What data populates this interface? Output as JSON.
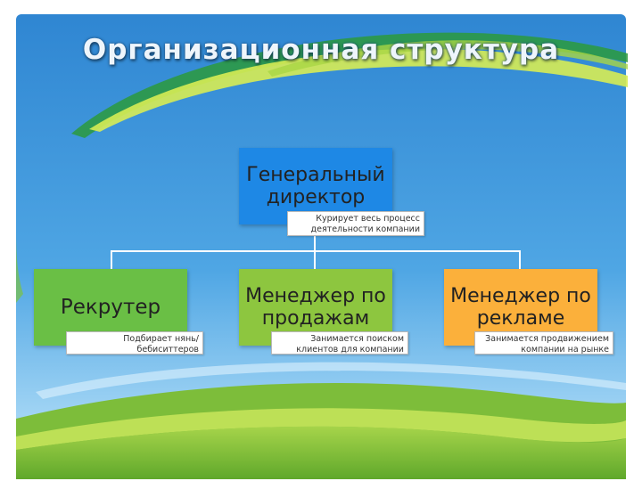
{
  "slide": {
    "title": "Организационная структура"
  },
  "org_chart": {
    "root": {
      "title": "Генеральный директор",
      "note": "Курирует весь процесс деятельности компании",
      "color": "#1e88e5"
    },
    "children": [
      {
        "title": "Рекрутер",
        "note": "Подбирает нянь/бебиситтеров",
        "color": "#6abf45"
      },
      {
        "title": "Менеджер по продажам",
        "note": "Занимается поиском клиентов для компании",
        "color": "#8dc63f"
      },
      {
        "title": "Менеджер по рекламе",
        "note": "Занимается продвижением компании на рынке",
        "color": "#fbb03b"
      }
    ]
  },
  "colors": {
    "sky_top": "#2f86d2",
    "sky_bottom": "#b9e2fb",
    "grass": "#8ec63f"
  }
}
